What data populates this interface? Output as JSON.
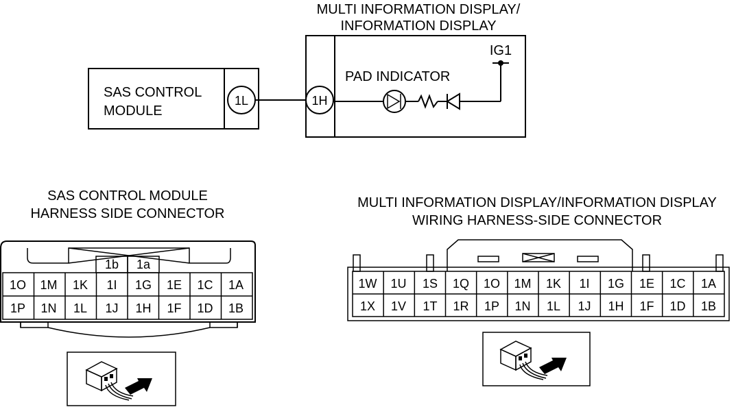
{
  "schematic": {
    "display_title_line1": "MULTI INFORMATION DISPLAY/",
    "display_title_line2": "INFORMATION DISPLAY",
    "sas_module_line1": "SAS CONTROL",
    "sas_module_line2": "MODULE",
    "sas_terminal": "1L",
    "display_terminal": "1H",
    "indicator_label": "PAD INDICATOR",
    "power_label": "IG1"
  },
  "sas_connector": {
    "title_line1": "SAS CONTROL MODULE",
    "title_line2": "HARNESS SIDE CONNECTOR",
    "top_pins": [
      "1b",
      "1a"
    ],
    "row1": [
      "1O",
      "1M",
      "1K",
      "1I",
      "1G",
      "1E",
      "1C",
      "1A"
    ],
    "row2": [
      "1P",
      "1N",
      "1L",
      "1J",
      "1H",
      "1F",
      "1D",
      "1B"
    ],
    "view_icon": "harness-connector-view-icon"
  },
  "display_connector": {
    "title_line1": "MULTI INFORMATION DISPLAY/INFORMATION DISPLAY",
    "title_line2": "WIRING HARNESS-SIDE CONNECTOR",
    "row1": [
      "1W",
      "1U",
      "1S",
      "1Q",
      "1O",
      "1M",
      "1K",
      "1I",
      "1G",
      "1E",
      "1C",
      "1A"
    ],
    "row2": [
      "1X",
      "1V",
      "1T",
      "1R",
      "1P",
      "1N",
      "1L",
      "1J",
      "1H",
      "1F",
      "1D",
      "1B"
    ],
    "view_icon": "harness-connector-view-icon"
  }
}
